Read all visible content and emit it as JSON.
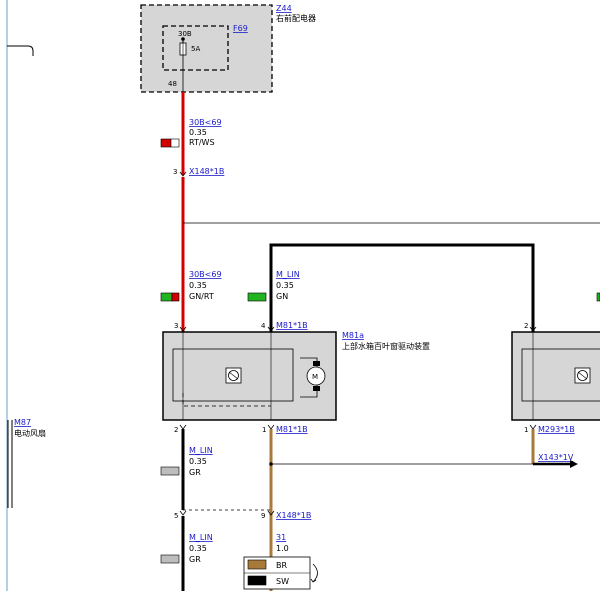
{
  "fuse_box": {
    "id": "Z44",
    "name": "右前配电器",
    "fuse_id": "F69",
    "pin_top": "30B",
    "rating": "5A",
    "pin_out": "48"
  },
  "wire1": {
    "signal": "30B<69",
    "size": "0.35",
    "color": "RT/WS"
  },
  "conn_x148_top": {
    "pin": "3",
    "id": "X148*1B"
  },
  "wire2": {
    "signal": "30B<69",
    "size": "0.35",
    "color": "GN/RT"
  },
  "wire3": {
    "signal": "M_LIN",
    "size": "0.35",
    "color": "GN"
  },
  "actuator": {
    "id": "M81a",
    "name": "上部水箱百叶窗驱动装置",
    "pin_left": "3",
    "pin_right": "4",
    "conn_top": "M81*1B",
    "pin_bl": "2",
    "pin_br": "1",
    "conn_bottom": "M81*1B"
  },
  "actuator2": {
    "pin_top": "2",
    "pin_bottom": "1",
    "conn_bottom": "M293*1B"
  },
  "conn_x143": {
    "id": "X143*1V"
  },
  "wire4": {
    "signal": "M_LIN",
    "size": "0.35",
    "color": "GR"
  },
  "conn_x148_bottom": {
    "pin_left": "5",
    "pin_right": "9",
    "id": "X148*1B"
  },
  "wire5": {
    "signal": "M_LIN",
    "size": "0.35",
    "color": "GR"
  },
  "wire6": {
    "signal": "31",
    "size": "1.0"
  },
  "legend": {
    "color1": "BR",
    "color2": "SW"
  },
  "left_ref": {
    "id": "M87",
    "name": "电动风扇"
  },
  "colors": {
    "red": "#d40000",
    "brown": "#a87a3a",
    "green": "#22b322",
    "gray": "#bdbdbd",
    "box_fill": "#d6d6d6",
    "link": "#1a1acc"
  }
}
